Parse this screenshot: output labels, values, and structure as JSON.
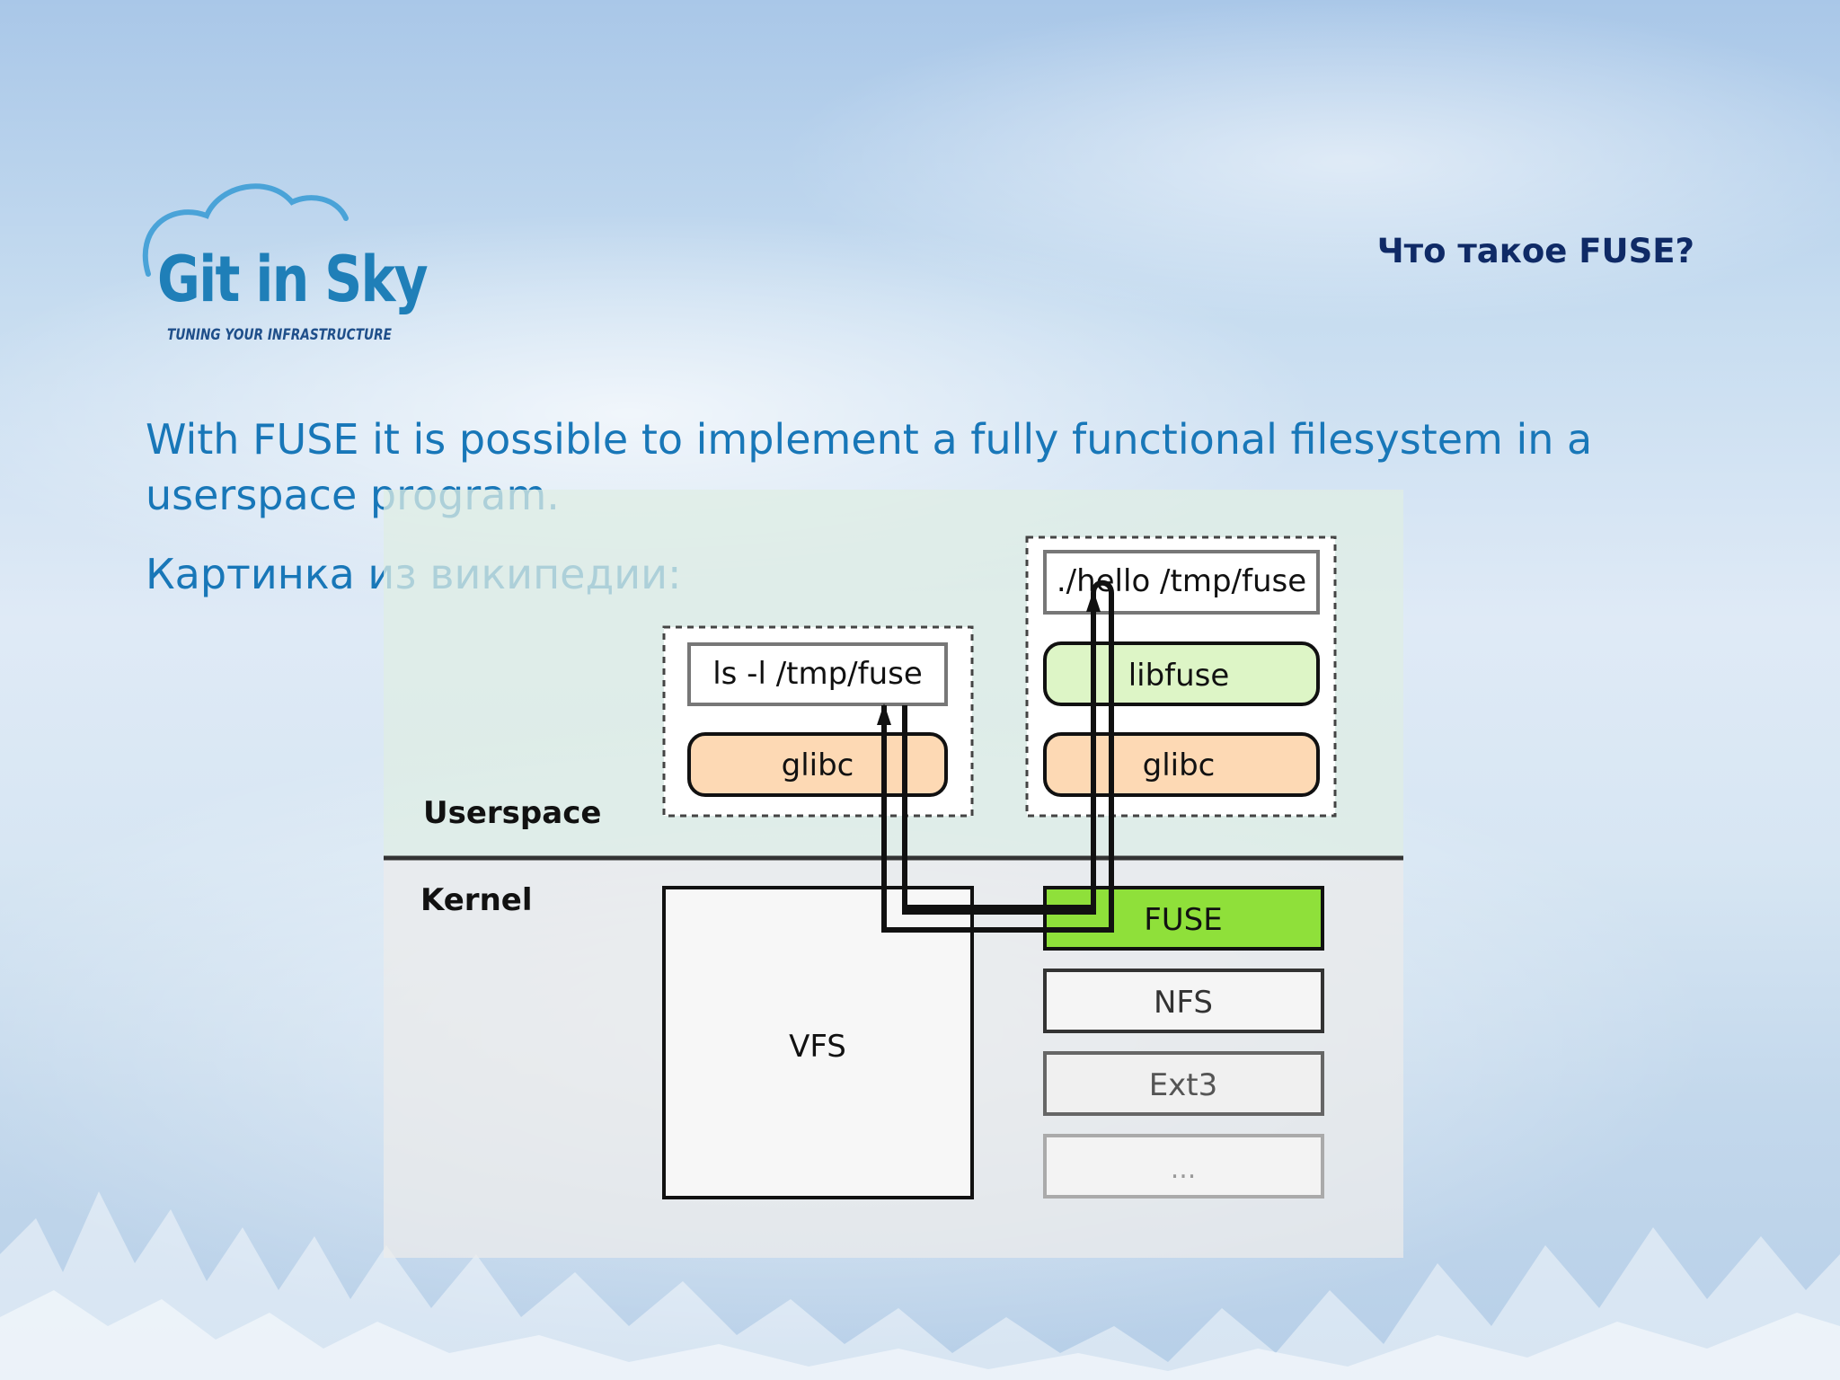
{
  "logo": {
    "name": "Git in Sky",
    "tagline": "TUNING YOUR INFRASTRUCTURE"
  },
  "title": "Что такое FUSE?",
  "body": {
    "paragraph": "With FUSE it is possible to implement a fully functional filesystem in a userspace program.",
    "caption": "Картинка из википедии:"
  },
  "diagram": {
    "userspace_label": "Userspace",
    "kernel_label": "Kernel",
    "ls_command": "ls -l /tmp/fuse",
    "glibc_left": "glibc",
    "hello_command": "./hello /tmp/fuse",
    "libfuse": "libfuse",
    "glibc_right": "glibc",
    "vfs": "VFS",
    "fuse": "FUSE",
    "nfs": "NFS",
    "ext3": "Ext3",
    "more": "..."
  },
  "colors": {
    "title": "#0f2a66",
    "text": "#1877b8",
    "glibc_fill": "#fdd9b4",
    "libfuse_fill": "#ddf5c6",
    "fuse_fill": "#8fe03a",
    "userspace_bg": "#dfeee4",
    "kernel_bg": "#ebebeb"
  }
}
